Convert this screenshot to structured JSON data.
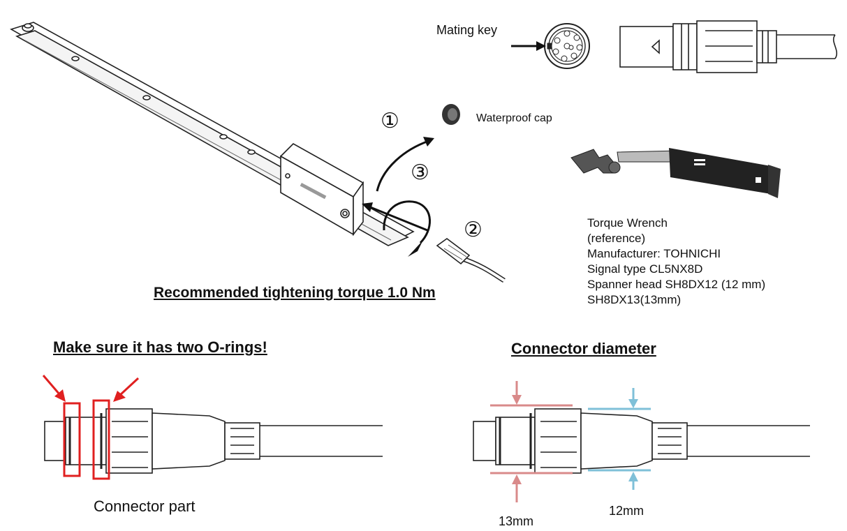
{
  "labels": {
    "mating_key": "Mating key",
    "waterproof_cap": "Waterproof cap",
    "step1": "①",
    "step2": "②",
    "step3": "③",
    "torque_heading": "Recommended tightening torque 1.0 Nm",
    "oring_heading": "Make sure it has two O-rings!",
    "diameter_heading": "Connector diameter",
    "connector_part": "Connector part",
    "dim_13": "13mm",
    "dim_12": "12mm"
  },
  "wrench_spec": [
    "Torque Wrench",
    "(reference)",
    "Manufacturer: TOHNICHI",
    "Signal type CL5NX8D",
    "Spanner head SH8DX12 (12 mm)",
    "SH8DX13(13mm)"
  ],
  "colors": {
    "highlight_red": "#e02020",
    "dim_pink": "#d98a8a",
    "dim_blue": "#7fc0d8",
    "line": "#222222"
  }
}
